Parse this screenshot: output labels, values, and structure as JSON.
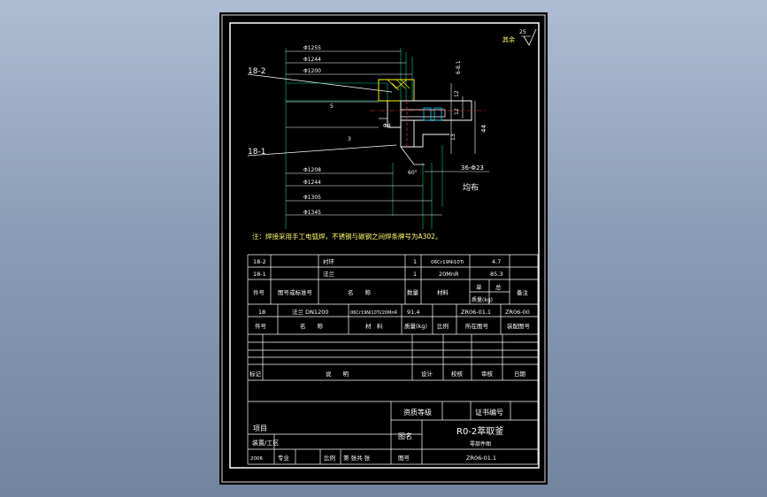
{
  "drawing": {
    "roughness_label": "其余",
    "roughness_value": "25",
    "part_callouts": {
      "upper": "18-2",
      "lower": "18-1"
    },
    "dims_top": [
      "Φ1255",
      "Φ1244",
      "Φ1200"
    ],
    "dims_bottom": [
      "Φ1208",
      "Φ1244",
      "Φ1305",
      "Φ1345"
    ],
    "dims_right": [
      "6-8.1",
      "12",
      "12",
      "13",
      "44"
    ],
    "dim_phi64": "Φ4",
    "dim_5": "5",
    "dim_3": "3",
    "angle": "60°",
    "hole_spec": "36-Φ23",
    "hole_note": "均布",
    "note": "注：焊接采用手工电弧焊，不锈钢与碳钢之间焊条牌号为A302。"
  },
  "bom": {
    "rows": [
      {
        "no": "18-2",
        "name": "衬环",
        "qty": "1",
        "material": "06Cr19Ni10Ti",
        "weight": "4.7"
      },
      {
        "no": "18-1",
        "name": "法兰",
        "qty": "1",
        "material": "20MnR",
        "weight": "85.3"
      }
    ],
    "header": {
      "no": "件号",
      "drawing_no": "图号或标准号",
      "name": "名　　称",
      "qty": "数量",
      "material": "材料",
      "unit": "单",
      "total": "总",
      "weight_kg": "质量(kg)",
      "remark": "备注"
    }
  },
  "assembly": {
    "row": {
      "no": "18",
      "name": "法兰 DN1200",
      "material": "06Cr19Ni10Ti/20MnR",
      "weight": "91.4",
      "drawing": "ZR06-01.1",
      "upper": "ZR06-00"
    },
    "header": {
      "no": "件号",
      "name": "名　　称",
      "material": "材　料",
      "weight": "质量(kg)",
      "scale": "比例",
      "drawing": "所在图号",
      "upper": "装配图号"
    }
  },
  "revision": {
    "mark": "标记",
    "desc": "说　　明",
    "design": "设计",
    "check": "校核",
    "review": "审核",
    "date": "日期"
  },
  "title_block": {
    "qualification": "资质等级",
    "cert": "证书编号",
    "project": "项目",
    "unit": "装置/工区",
    "title_label": "图名",
    "title_main": "R0-2萃取釜",
    "title_sub": "零部件图",
    "year": "2006",
    "major": "专业",
    "scale": "比例",
    "sheet": "第 张共 张",
    "dwg_label": "图号",
    "dwg_no": "ZR06-01.1"
  }
}
